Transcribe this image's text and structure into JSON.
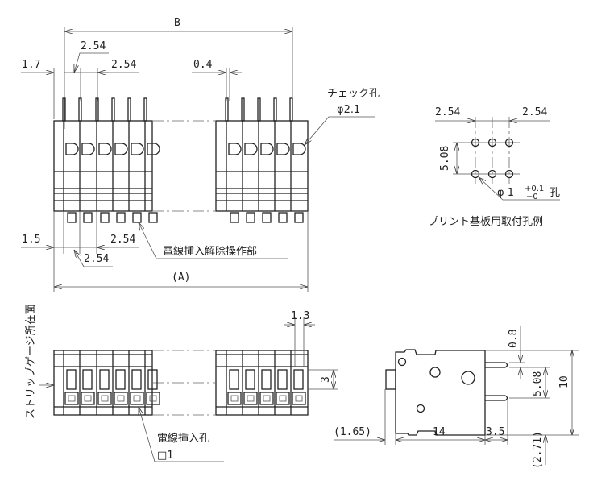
{
  "drawing": {
    "title": "Connector dimensional drawing",
    "top_view": {
      "dim_B": "B",
      "dim_A": "(A)",
      "dim_1_7": "1.7",
      "dim_2_54_a": "2.54",
      "dim_2_54_b": "2.54",
      "dim_0_4": "0.4",
      "dim_1_5": "1.5",
      "dim_2_54_c": "2.54",
      "dim_2_54_d": "2.54",
      "check_hole_label": "チェック孔",
      "check_hole_dim": "φ2.1",
      "release_label": "電線挿入解除操作部"
    },
    "pcb_layout": {
      "dim_left": "2.54",
      "dim_right": "2.54",
      "dim_vertical": "5.08",
      "hole_dim": "φ 1",
      "tol_plus": "+0.1",
      "tol_minus": "−0",
      "hole_suffix": "孔",
      "caption": "プリント基板用取付孔例"
    },
    "front_view": {
      "side_label": "ストリップゲージ所在面",
      "dim_1_3": "1.3",
      "dim_3": "3",
      "wire_hole_label": "電線挿入孔",
      "wire_hole_dim": "□1"
    },
    "side_view": {
      "dim_1_65": "(1.65)",
      "dim_14": "14",
      "dim_3_5": "3.5",
      "dim_0_8": "0.8",
      "dim_5_08": "5.08",
      "dim_10": "10",
      "dim_2_71": "(2.71)"
    }
  }
}
